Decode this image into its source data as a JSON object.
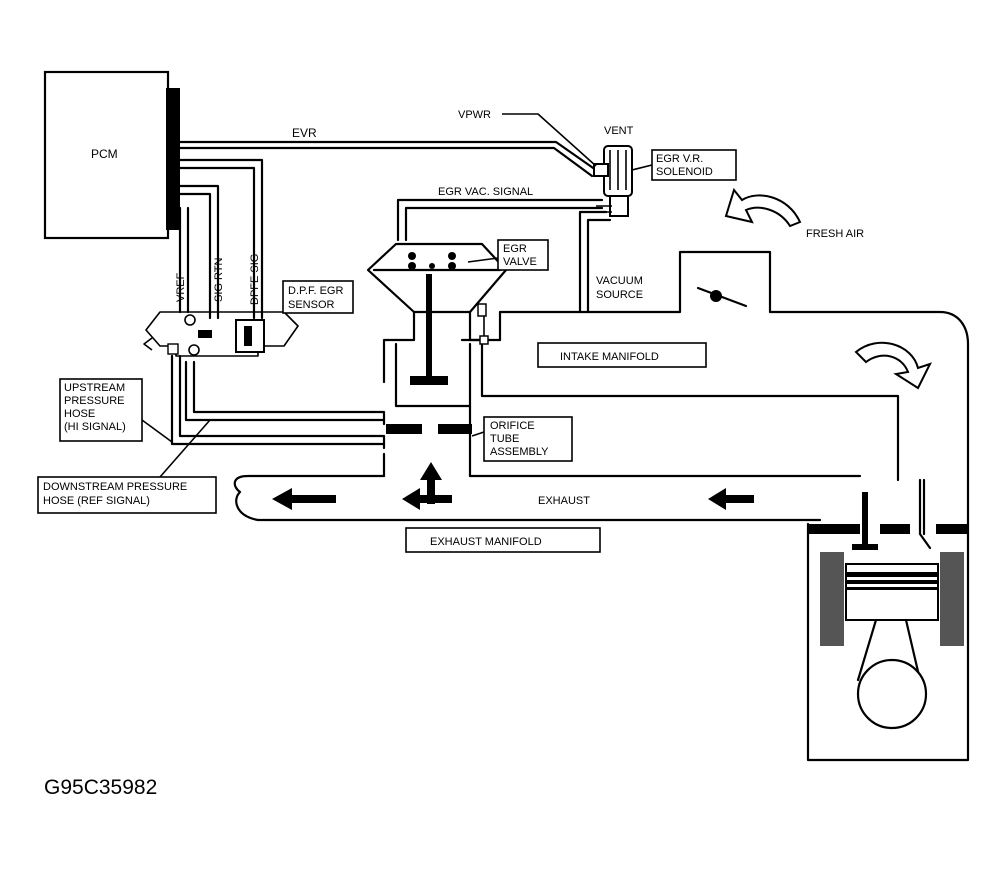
{
  "figure_id": "G95C35982",
  "components": {
    "pcm": "PCM",
    "egr_vr_solenoid": [
      "EGR V.R.",
      "SOLENOID"
    ],
    "egr_valve": [
      "EGR",
      "VALVE"
    ],
    "dpfe_sensor": [
      "D.P.F. EGR",
      "SENSOR"
    ],
    "intake_manifold": "INTAKE MANIFOLD",
    "exhaust_manifold": "EXHAUST MANIFOLD",
    "orifice_tube": [
      "ORIFICE",
      "TUBE",
      "ASSEMBLY"
    ],
    "upstream_hose": [
      "UPSTREAM",
      "PRESSURE",
      "HOSE",
      "(HI SIGNAL)"
    ],
    "downstream_hose": [
      "DOWNSTREAM PRESSURE",
      "HOSE (REF SIGNAL)"
    ]
  },
  "signals": {
    "evr": "EVR",
    "vpwr": "VPWR",
    "vent": "VENT",
    "egr_vac_signal": "EGR VAC. SIGNAL",
    "vacuum_source": [
      "VACUUM",
      "SOURCE"
    ],
    "fresh_air": "FRESH AIR",
    "exhaust": "EXHAUST",
    "vref": "VREF",
    "sig_rtn": "SIG RTN",
    "dpfe_sig": "DPFE SIG"
  }
}
